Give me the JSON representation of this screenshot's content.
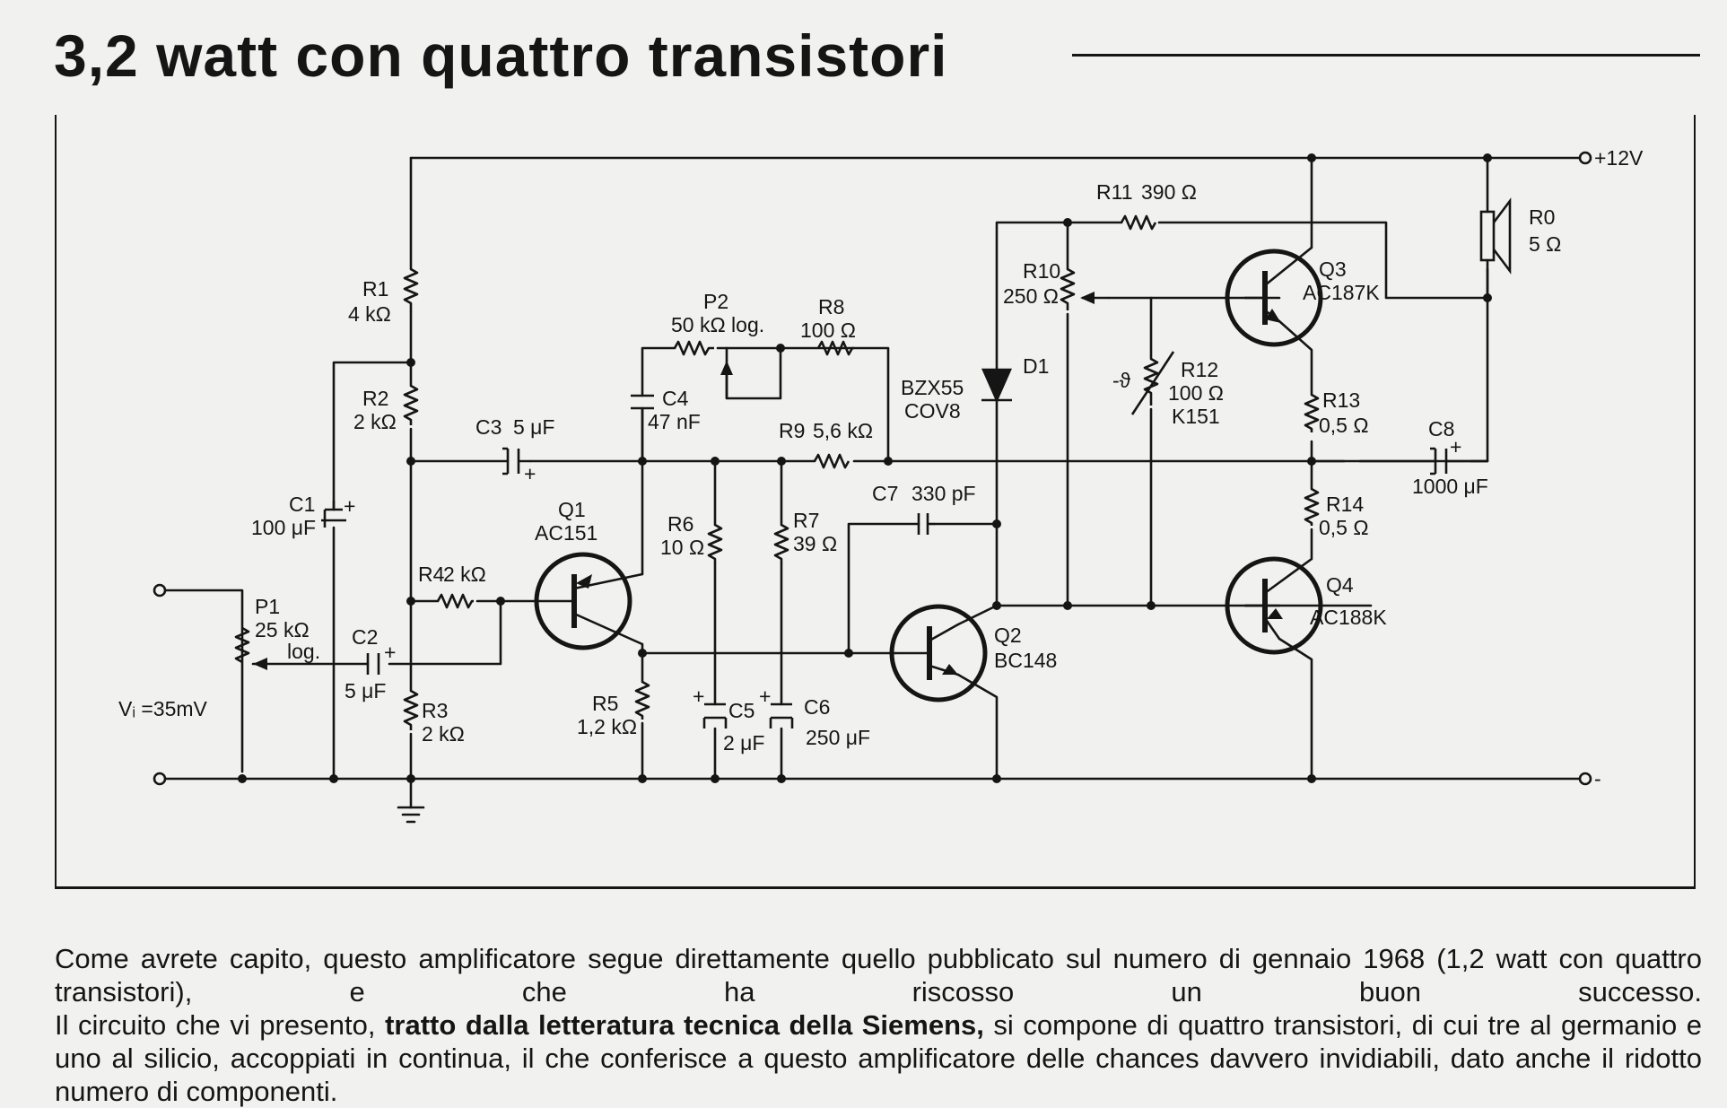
{
  "title": "3,2 watt con quattro transistori",
  "schematic": {
    "supply_label": "+12V",
    "ground_label": "-",
    "input_label": "Vᵢ =35mV",
    "components": {
      "r1": {
        "name": "R1",
        "value": "4 kΩ"
      },
      "r2": {
        "name": "R2",
        "value": "2 kΩ"
      },
      "r3": {
        "name": "R3",
        "value": "2 kΩ"
      },
      "r4": {
        "name": "R4",
        "value": "2 kΩ"
      },
      "r5": {
        "name": "R5",
        "value": "1,2 kΩ"
      },
      "r6": {
        "name": "R6",
        "value": "10 Ω"
      },
      "r7": {
        "name": "R7",
        "value": "39 Ω"
      },
      "r8": {
        "name": "R8",
        "value": "100 Ω"
      },
      "r9": {
        "name": "R9",
        "value": "5,6 kΩ"
      },
      "r10": {
        "name": "R10",
        "value": "250 Ω"
      },
      "r11": {
        "name": "R11",
        "value": "390 Ω"
      },
      "r12": {
        "name": "R12",
        "value": "100 Ω",
        "type": "K151"
      },
      "r13": {
        "name": "R13",
        "value": "0,5 Ω"
      },
      "r14": {
        "name": "R14",
        "value": "0,5 Ω"
      },
      "p1": {
        "name": "P1",
        "value": "25 kΩ",
        "taper": "log."
      },
      "p2": {
        "name": "P2",
        "value": "50 kΩ log."
      },
      "c1": {
        "name": "C1",
        "value": "100 μF"
      },
      "c2": {
        "name": "C2",
        "value": "5 μF"
      },
      "c3": {
        "name": "C3",
        "value": "5 μF"
      },
      "c4": {
        "name": "C4",
        "value": "47 nF"
      },
      "c5": {
        "name": "C5",
        "value": "2 μF"
      },
      "c6": {
        "name": "C6",
        "value": "250 μF"
      },
      "c7": {
        "name": "C7",
        "value": "330 pF"
      },
      "c8": {
        "name": "C8",
        "value": "1000 μF"
      },
      "d1": {
        "name": "D1",
        "type": "BZX55",
        "variant": "COV8"
      },
      "q1": {
        "name": "Q1",
        "type": "AC151"
      },
      "q2": {
        "name": "Q2",
        "type": "BC148"
      },
      "q3": {
        "name": "Q3",
        "type": "AC187K"
      },
      "q4": {
        "name": "Q4",
        "type": "AC188K"
      },
      "ro": {
        "name": "R0",
        "value": "5 Ω"
      },
      "r12_temp": {
        "label": "-ϑ"
      }
    }
  },
  "body": {
    "p1": "Come avrete capito, questo amplificatore segue direttamente quello pubblicato sul numero di gennaio 1968 (1,2 watt con quattro transistori), e che ha riscosso un buon successo.",
    "p2_before": "Il circuito che vi presento, ",
    "p2_bold": "tratto dalla letteratura tecnica della Siemens,",
    "p2_after": " si compone di quattro transistori, di cui tre al germanio e uno al silicio, accoppiati in continua, il che conferisce a questo amplificatore delle chances davvero invidiabili, dato anche il ridotto numero di componenti."
  }
}
